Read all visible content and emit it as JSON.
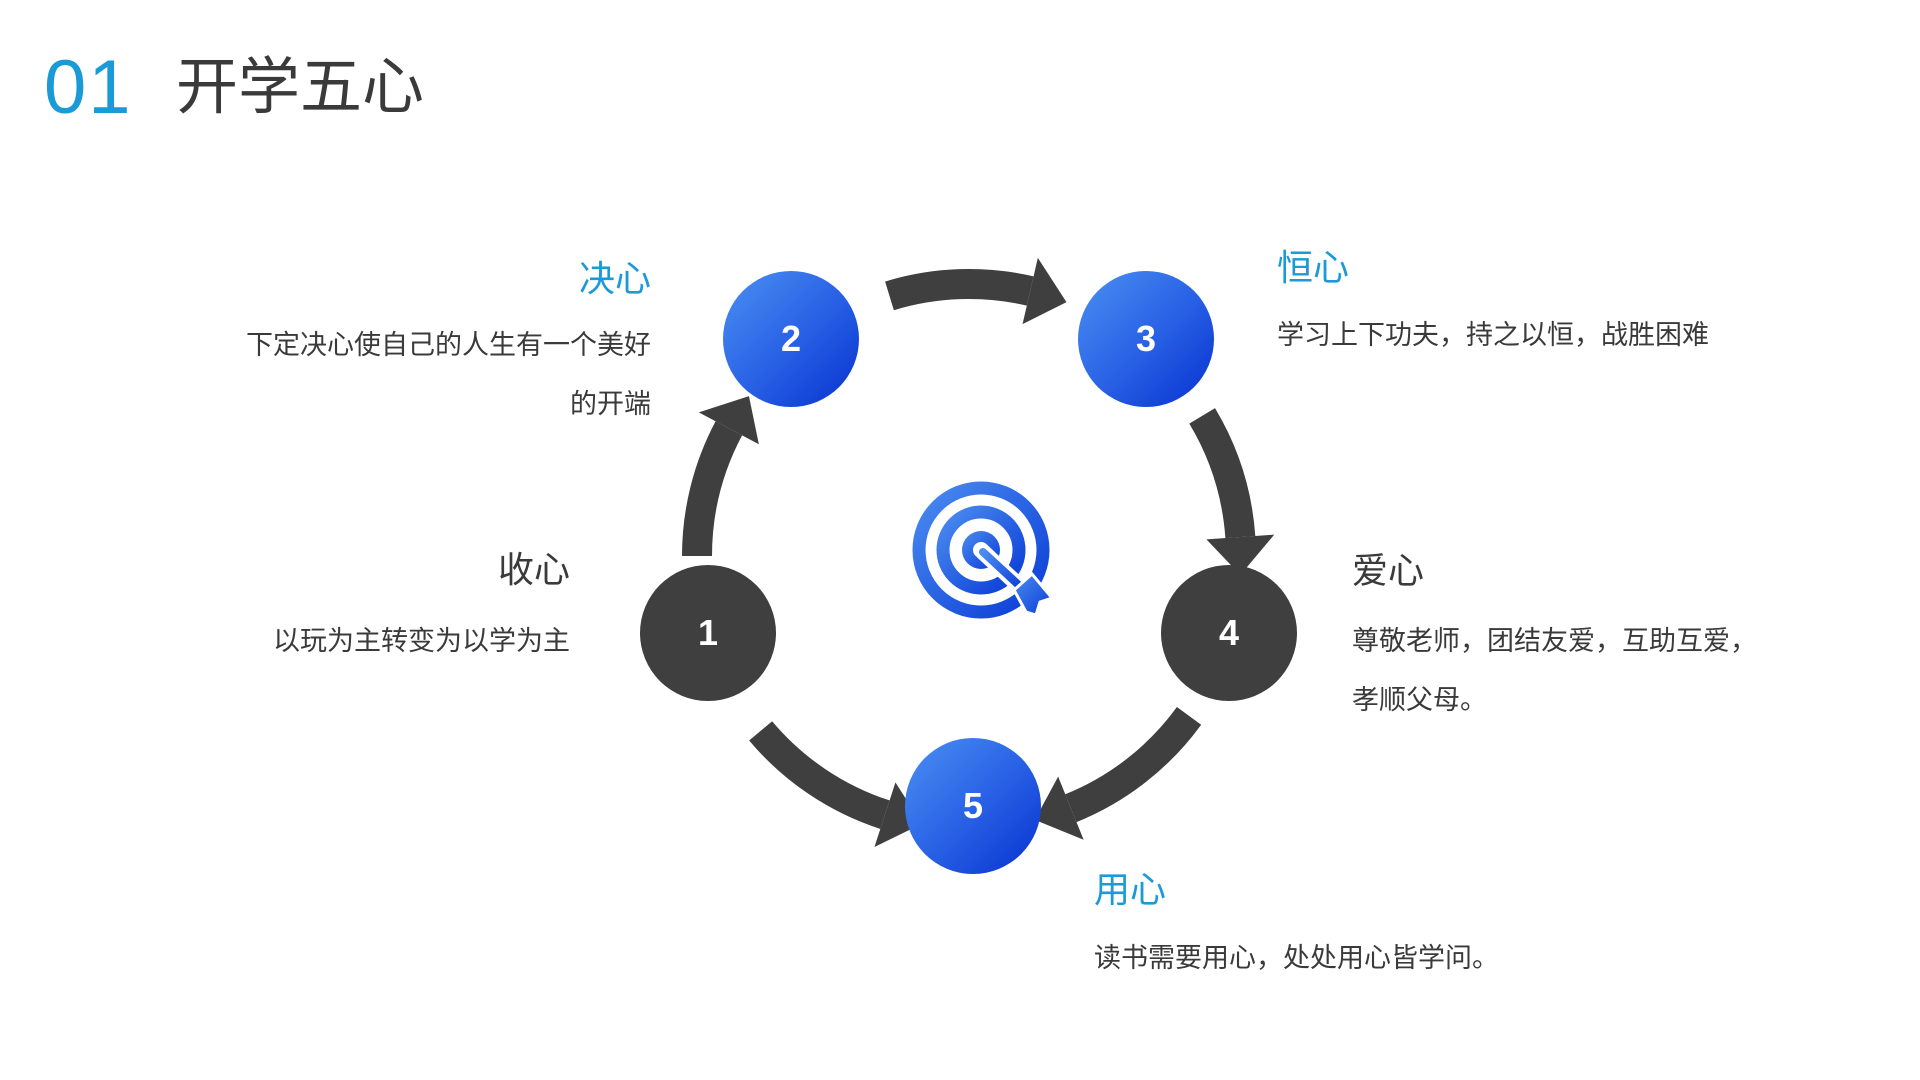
{
  "header": {
    "number": "01",
    "title": "开学五心"
  },
  "steps": [
    {
      "num": "1",
      "title": "收心",
      "desc": [
        "以玩为主转变为以学为主"
      ]
    },
    {
      "num": "2",
      "title": "决心",
      "desc": [
        "下定决心使自己的人生有一个美好",
        "的开端"
      ]
    },
    {
      "num": "3",
      "title": "恒心",
      "desc": [
        "学习上下功夫，持之以恒，战胜困难"
      ]
    },
    {
      "num": "4",
      "title": "爱心",
      "desc": [
        "尊敬老师，团结友爱，互助互爱，",
        "孝顺父母。"
      ]
    },
    {
      "num": "5",
      "title": "用心",
      "desc": [
        "读书需要用心，处处用心皆学问。"
      ]
    }
  ],
  "center_icon": "target-arrow-icon",
  "colors": {
    "accent": "#1a9ad6",
    "circle_blue": "#2a63e6",
    "circle_dark": "#3f3f3f",
    "arrow": "#3f3f3f"
  }
}
